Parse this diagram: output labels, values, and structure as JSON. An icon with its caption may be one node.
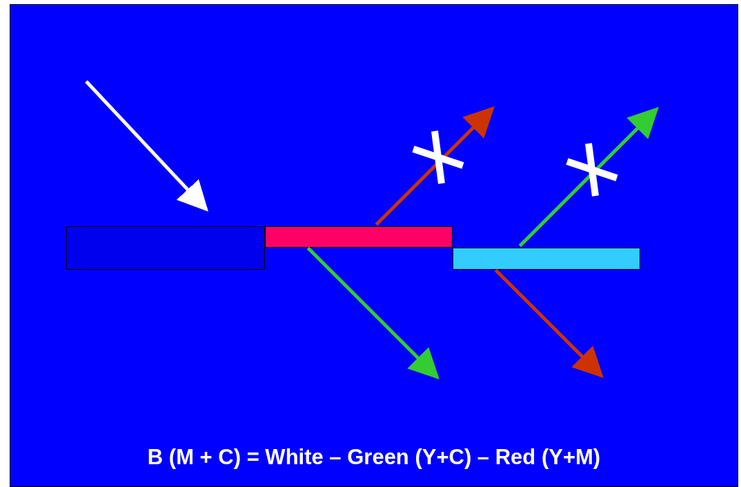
{
  "diagram": {
    "nodes": [
      {
        "text": [],
        "shape": "bar"
      },
      {
        "text": [],
        "shape": "bar"
      },
      {
        "text": [],
        "shape": "bar"
      }
    ],
    "edges": [
      {
        "from": null,
        "to": 0,
        "arrow": "to",
        "color": "#ffffff"
      },
      {
        "from": 1,
        "to": null,
        "arrow": "to",
        "color": "#cc3300"
      },
      {
        "from": 1,
        "to": null,
        "arrow": "to",
        "color": "#33cc33"
      },
      {
        "from": 2,
        "to": null,
        "arrow": "to",
        "color": "#33cc33"
      },
      {
        "from": 2,
        "to": null,
        "arrow": "to",
        "color": "#cc3300"
      }
    ],
    "labels": [
      "B (M + C) = White – Green (Y+C) – Red (Y+M)"
    ]
  }
}
